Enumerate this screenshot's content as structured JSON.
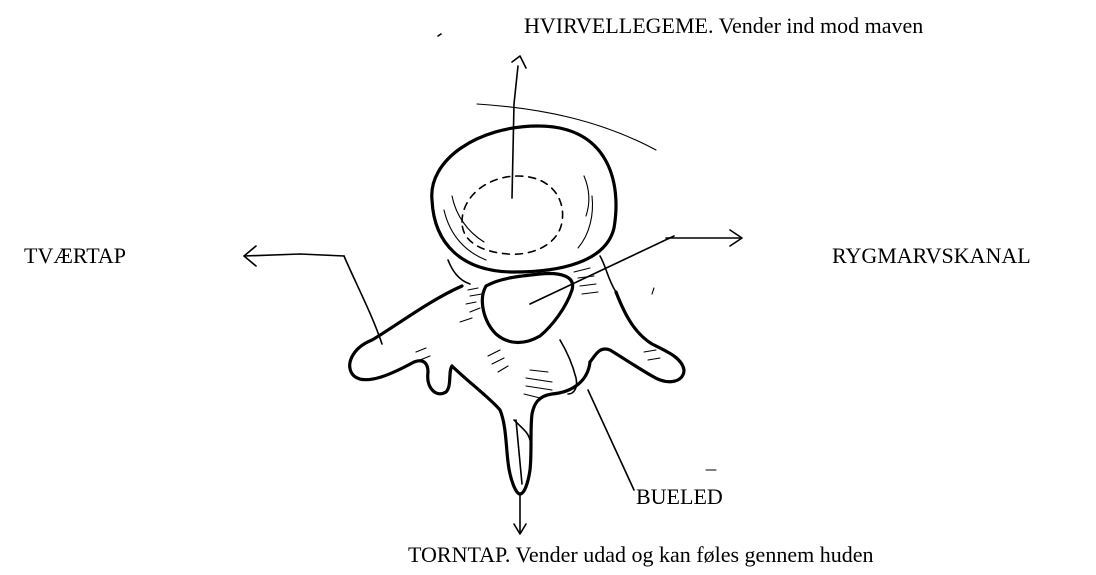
{
  "labels": {
    "vertebral_body": "HVIRVELLEGEME. Vender ind mod maven",
    "transverse_process": "TVÆRTAP",
    "spinal_canal": "RYGMARVSKANAL",
    "vertebral_arch": "BUELED",
    "spinous_process": "TORNTAP. Vender udad og kan føles gennem huden"
  },
  "colors": {
    "ink": "#000000",
    "background": "#ffffff"
  }
}
